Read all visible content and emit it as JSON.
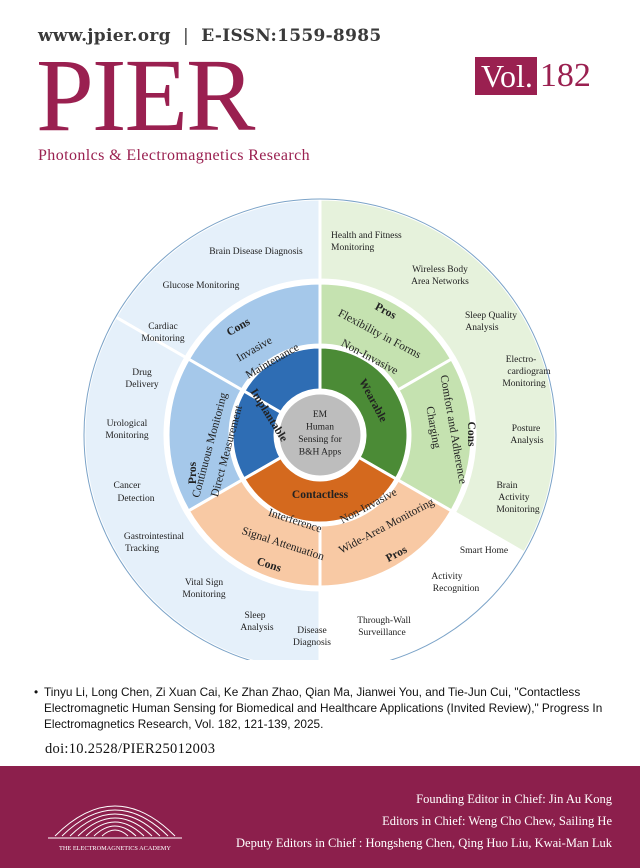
{
  "header": {
    "url": "www.jpier.org",
    "separator": "|",
    "issn": "E-ISSN:1559-8985",
    "logo": "PIER",
    "subtitle": "Photonlcs & Electromagnetics Research",
    "vol_label": "Vol.",
    "vol_number": "182"
  },
  "diagram": {
    "center": [
      "EM",
      "Human",
      "Sensing for",
      "B&H Apps"
    ],
    "inner": {
      "implantable": "Implantable",
      "wearable": "Wearable",
      "contactless": "Contactless"
    },
    "implantable": {
      "cons_label": "Cons",
      "cons": [
        "Invasive",
        "Maintenance"
      ],
      "pros_label": "Pros",
      "pros": [
        "Continuous Monitoring",
        "Direct Measurement"
      ],
      "apps": [
        "Brain Disease Diagnosis",
        "Glucose Monitoring",
        "Cardiac",
        "Monitoring",
        "Drug",
        "Delivery",
        "Urological",
        "Monitoring",
        "Cancer",
        "Detection",
        "Gastrointestinal",
        "Tracking"
      ]
    },
    "wearable": {
      "pros_label": "Pros",
      "pros": [
        "Flexibility in Forms",
        "Non-Invasive"
      ],
      "cons_label": "Cons",
      "cons": [
        "Comfort and Adherence",
        "Charging"
      ],
      "apps": [
        "Health and Fitness",
        "Monitoring",
        "Wireless Body",
        "Area Networks",
        "Sleep Quality",
        "Analysis",
        "Electro-",
        "cardiogram",
        "Monitoring",
        "Posture",
        "Analysis",
        "Brain",
        "Activity",
        "Monitoring"
      ]
    },
    "contactless": {
      "cons_label": "Cons",
      "cons": [
        "Interference",
        "Signal Attenuation"
      ],
      "pros_label": "Pros",
      "pros": [
        "Non-Invasive",
        "Wide-Area Monitoring"
      ],
      "apps": [
        "Smart Home",
        "Activity",
        "Recognition",
        "Through-Wall",
        "Surveillance",
        "Disease",
        "Diagnosis",
        "Sleep",
        "Analysis",
        "Vital Sign",
        "Monitoring"
      ]
    }
  },
  "reference": {
    "bullet": "•",
    "text": "Tinyu Li, Long Chen, Zi Xuan Cai, Ke Zhan Zhao, Qian Ma, Jianwei You, and Tie-Jun Cui, \"Contactless Electromagnetic Human Sensing for Biomedical and Healthcare Applications (Invited Review),\" Progress In Electromagnetics Research, Vol. 182, 121-139, 2025.",
    "doi": "doi:10.2528/PIER25012003"
  },
  "footer": {
    "academy": "THE ELECTROMAGNETICS ACADEMY",
    "line1": "Founding Editor in Chief: Jin Au Kong",
    "line2": "Editors in Chief:  Weng Cho Chew, Sailing He",
    "line3": "Deputy Editors in Chief : Hongsheng Chen, Qing Huo Liu, Kwai-Man Luk"
  },
  "colors": {
    "brand": "#9a2050",
    "footer": "#8c1f4c",
    "implantable_outer": "#e5f0fa",
    "implantable_mid": "#a5c8ea",
    "implantable_inner": "#2e6db4",
    "wearable_outer": "#e6f2dc",
    "wearable_mid": "#c5e2b0",
    "wearable_inner": "#4b8b36",
    "contactless_outer": "#ffffff",
    "contactless_mid": "#f8c9a4",
    "contactless_inner": "#d4691e",
    "center": "#bdbdbd"
  }
}
